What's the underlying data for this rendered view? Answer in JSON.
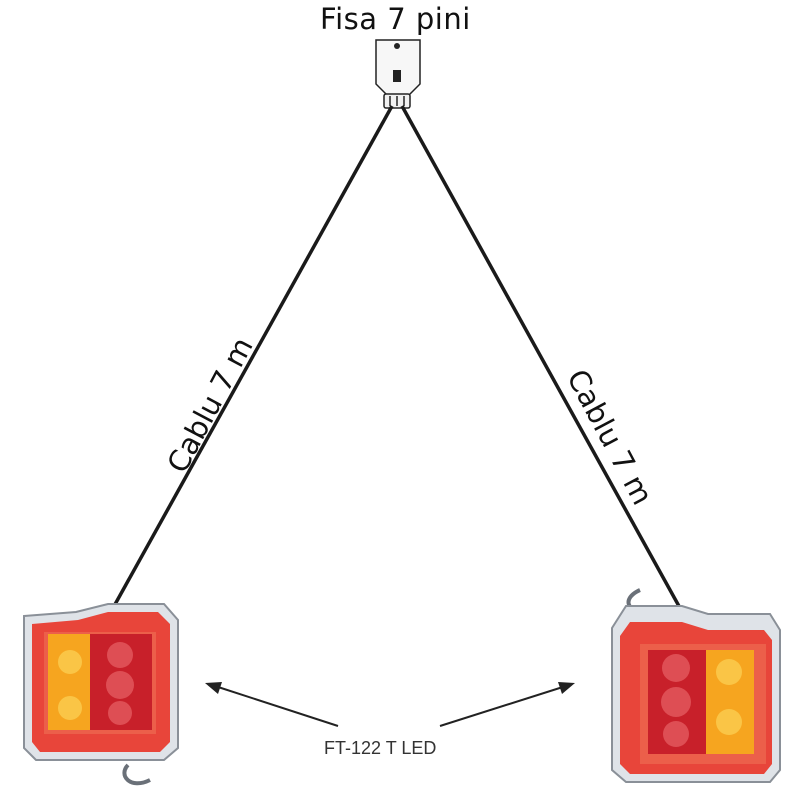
{
  "labels": {
    "plug": "Fisa 7 pini",
    "cable_left": "Cablu 7 m",
    "cable_right": "Cablu 7 m",
    "product": "FT-122 T LED"
  },
  "colors": {
    "housing_red": "#e8453a",
    "lens_red": "#c8202a",
    "amber": "#f6a51f",
    "chrome": "#c9ced6",
    "cable": "#1a1a1a"
  }
}
